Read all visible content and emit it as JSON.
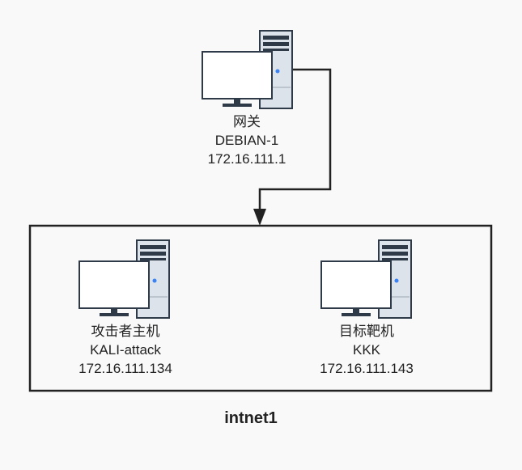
{
  "gateway": {
    "role": "网关",
    "hostname": "DEBIAN-1",
    "ip": "172.16.111.1"
  },
  "network": {
    "name": "intnet1",
    "hosts": [
      {
        "role": "攻击者主机",
        "hostname": "KALI-attack",
        "ip": "172.16.111.134"
      },
      {
        "role": "目标靶机",
        "hostname": "KKK",
        "ip": "172.16.111.143"
      }
    ]
  },
  "colors": {
    "background": "#f9f9f9",
    "line": "#222222",
    "tower_body": "#dde3ea",
    "tower_edge": "#2f3a48",
    "monitor_screen": "#ffffff",
    "power_led": "#3b82f6"
  },
  "icons": [
    "computer-icon"
  ]
}
